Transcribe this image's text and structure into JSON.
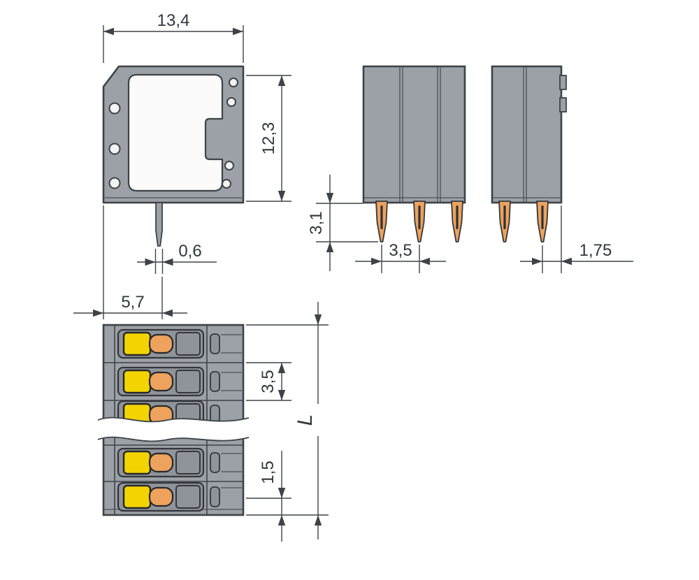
{
  "drawing": {
    "side_view": {
      "width": "13,4",
      "height": "12,3",
      "pin_width": "0,6",
      "pin_offset": "5,7"
    },
    "front_view": {
      "pin_length": "3,1",
      "pin_pitch": "3,5",
      "end_offset": "1,75"
    },
    "top_view": {
      "pole_pitch": "3,5",
      "end_spacing": "1,5",
      "total_length": "L"
    },
    "colors": {
      "housing_gray": "#9ba1a7",
      "outline_dark": "#3e4347",
      "pushbutton_yellow": "#f3d402",
      "contact_orange": "#eda25d",
      "background": "#ffffff"
    }
  }
}
